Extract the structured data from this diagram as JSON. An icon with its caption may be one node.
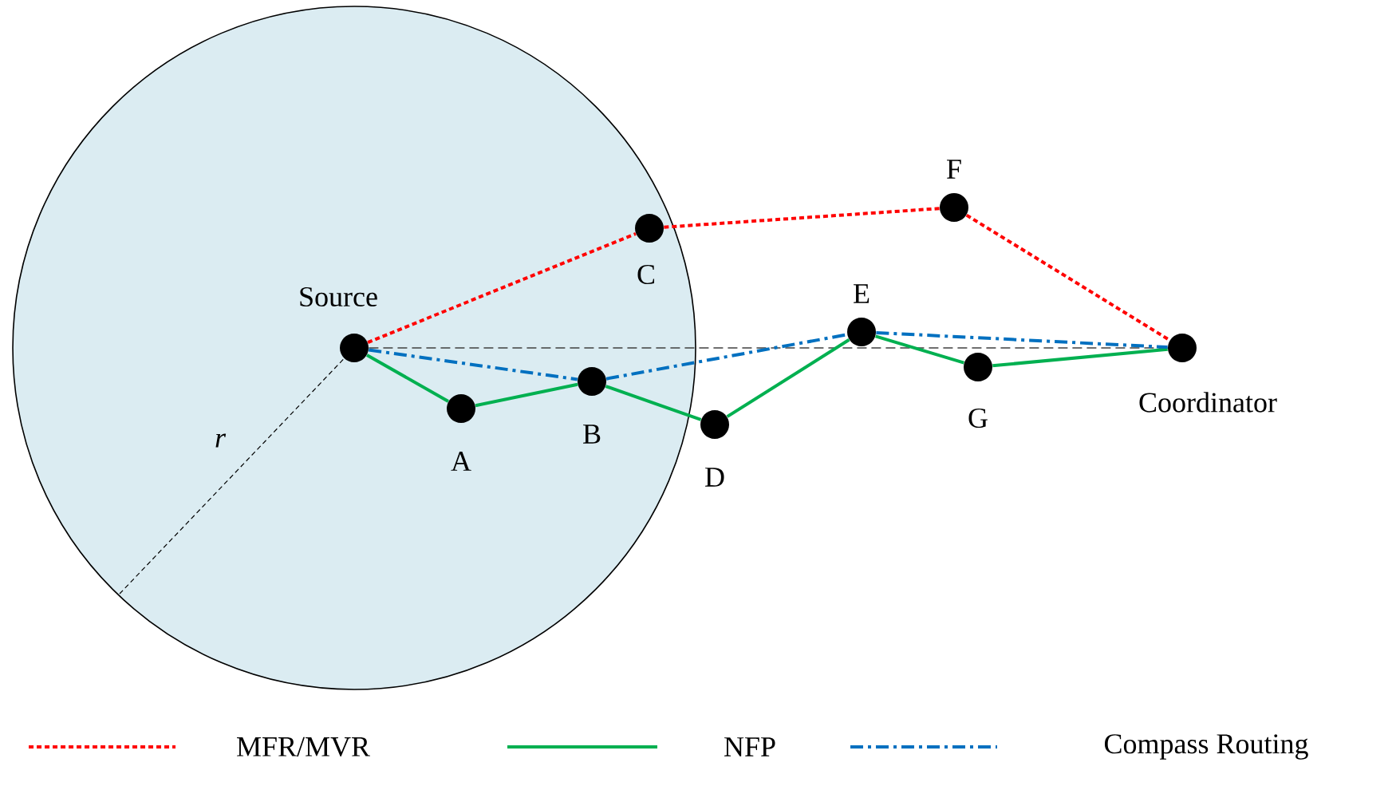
{
  "diagram": {
    "nodes": [
      {
        "text": [],
        "shape": "circle",
        "beside": [
          "Source"
        ]
      },
      {
        "text": [],
        "shape": "circle",
        "beside": [
          "A"
        ]
      },
      {
        "text": [],
        "shape": "circle",
        "beside": [
          "B"
        ]
      },
      {
        "text": [],
        "shape": "circle",
        "beside": [
          "C"
        ]
      },
      {
        "text": [],
        "shape": "circle",
        "beside": [
          "D"
        ]
      },
      {
        "text": [],
        "shape": "circle",
        "beside": [
          "E"
        ]
      },
      {
        "text": [],
        "shape": "circle",
        "beside": [
          "F"
        ]
      },
      {
        "text": [],
        "shape": "circle",
        "beside": [
          "G"
        ]
      },
      {
        "text": [],
        "shape": "circle",
        "beside": [
          "Coordinator"
        ]
      }
    ],
    "edges": [
      {
        "from": 0,
        "to": 8,
        "arrow": "none",
        "style": "dashed",
        "color": "#404040"
      },
      {
        "from": 0,
        "to": 3,
        "arrow": "none",
        "style": "dashed",
        "color": "#ff0000"
      },
      {
        "from": 3,
        "to": 6,
        "arrow": "none",
        "style": "dashed",
        "color": "#ff0000"
      },
      {
        "from": 6,
        "to": 8,
        "arrow": "none",
        "style": "dashed",
        "color": "#ff0000"
      },
      {
        "from": 0,
        "to": 1,
        "arrow": "none"
      },
      {
        "from": 1,
        "to": 2,
        "arrow": "none"
      },
      {
        "from": 2,
        "to": 4,
        "arrow": "none"
      },
      {
        "from": 4,
        "to": 5,
        "arrow": "none"
      },
      {
        "from": 5,
        "to": 7,
        "arrow": "none"
      },
      {
        "from": 7,
        "to": 8,
        "arrow": "none"
      },
      {
        "from": 0,
        "to": 2,
        "arrow": "none",
        "style": "dashed",
        "color": "#0070c0"
      },
      {
        "from": 2,
        "to": 5,
        "arrow": "none",
        "style": "dashed",
        "color": "#0070c0"
      },
      {
        "from": 5,
        "to": 8,
        "arrow": "none",
        "style": "dashed",
        "color": "#0070c0"
      }
    ],
    "labels": [
      "r"
    ],
    "legend": [
      {
        "text": "MFR/MVR"
      },
      {
        "text": "NFP"
      },
      {
        "text": "Compass Routing"
      }
    ]
  }
}
